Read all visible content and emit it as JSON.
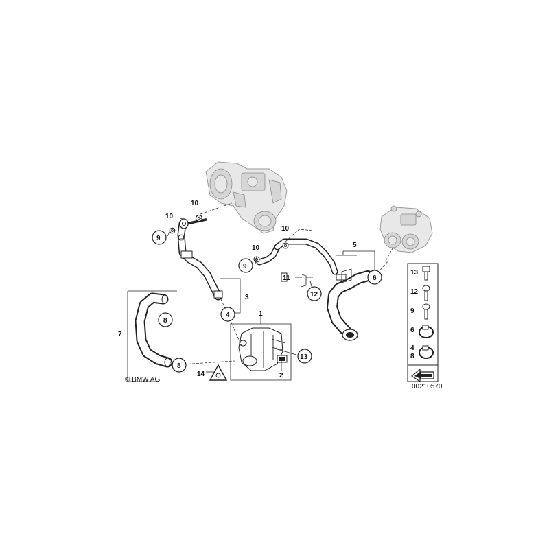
{
  "copyright": "© BMW AG",
  "diagram_code": "00210570",
  "callouts": {
    "c1": "1",
    "c2": "2",
    "c3": "3",
    "c4": "4",
    "c5": "5",
    "c6": "6",
    "c7": "7",
    "c8a": "8",
    "c8b": "8",
    "c9a": "9",
    "c9b": "9",
    "c10a": "10",
    "c10b": "10",
    "c10c": "10",
    "c10d": "10",
    "c11": "11",
    "c12": "12",
    "c13": "13",
    "c14": "14"
  },
  "legend": {
    "row1": "13",
    "row2": "12",
    "row3": "9",
    "row4": "6",
    "row5a": "4",
    "row5b": "8"
  }
}
